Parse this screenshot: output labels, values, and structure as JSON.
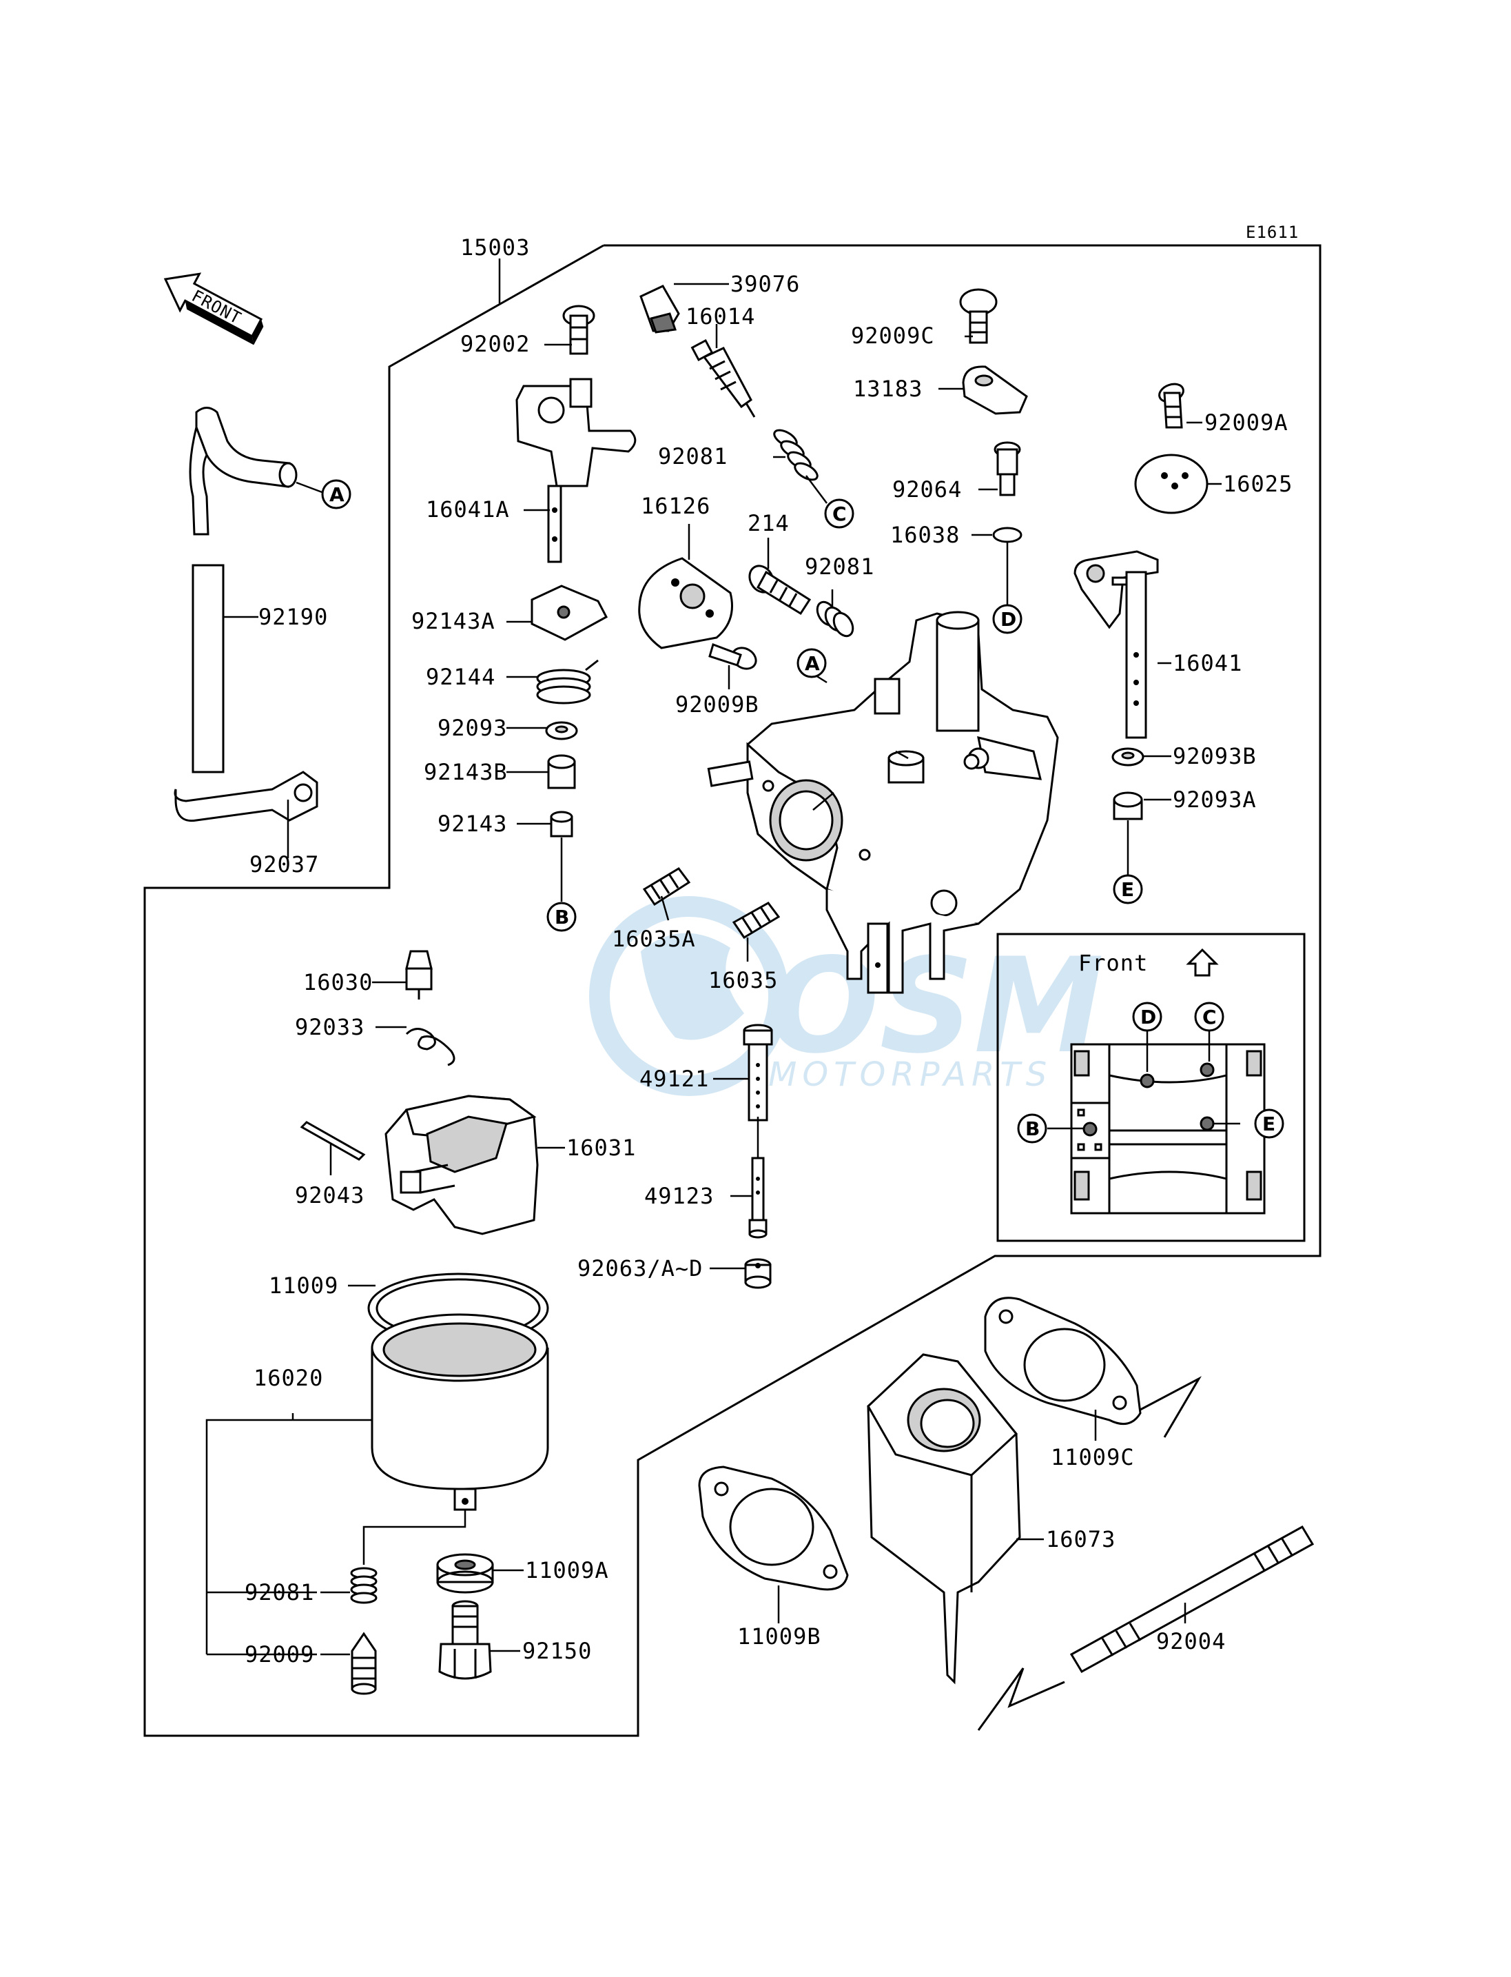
{
  "diagram_code": "E1611",
  "front_arrow": "FRONT",
  "inset_title": "Front",
  "watermark": {
    "brand": "OSM",
    "sub": "MOTORPARTS"
  },
  "parts": {
    "p15003": "15003",
    "p39076": "39076",
    "p16014": "16014",
    "p92002": "92002",
    "p92009C": "92009C",
    "p13183": "13183",
    "p92009A": "92009A",
    "p16025": "16025",
    "p92081a": "92081",
    "p92064": "92064",
    "p16041A": "16041A",
    "p16126": "16126",
    "p214": "214",
    "p92081b": "92081",
    "p16038": "16038",
    "p92190": "92190",
    "p92143A": "92143A",
    "p16041": "16041",
    "p92144": "92144",
    "p92009B": "92009B",
    "p92093": "92093",
    "p92143B": "92143B",
    "p92093B": "92093B",
    "p92037": "92037",
    "p92143": "92143",
    "p92093A": "92093A",
    "p16035A": "16035A",
    "p16030": "16030",
    "p16035": "16035",
    "p92033": "92033",
    "p49121": "49121",
    "p16031": "16031",
    "p92043": "92043",
    "p49123": "49123",
    "p92063": "92063/A~D",
    "p11009": "11009",
    "p16020": "16020",
    "p11009C": "11009C",
    "p16073": "16073",
    "p11009A": "11009A",
    "p92081c": "92081",
    "p92004": "92004",
    "p11009B": "11009B",
    "p92009": "92009",
    "p92150": "92150"
  },
  "refs": {
    "A": "A",
    "B": "B",
    "C": "C",
    "D": "D",
    "E": "E"
  }
}
